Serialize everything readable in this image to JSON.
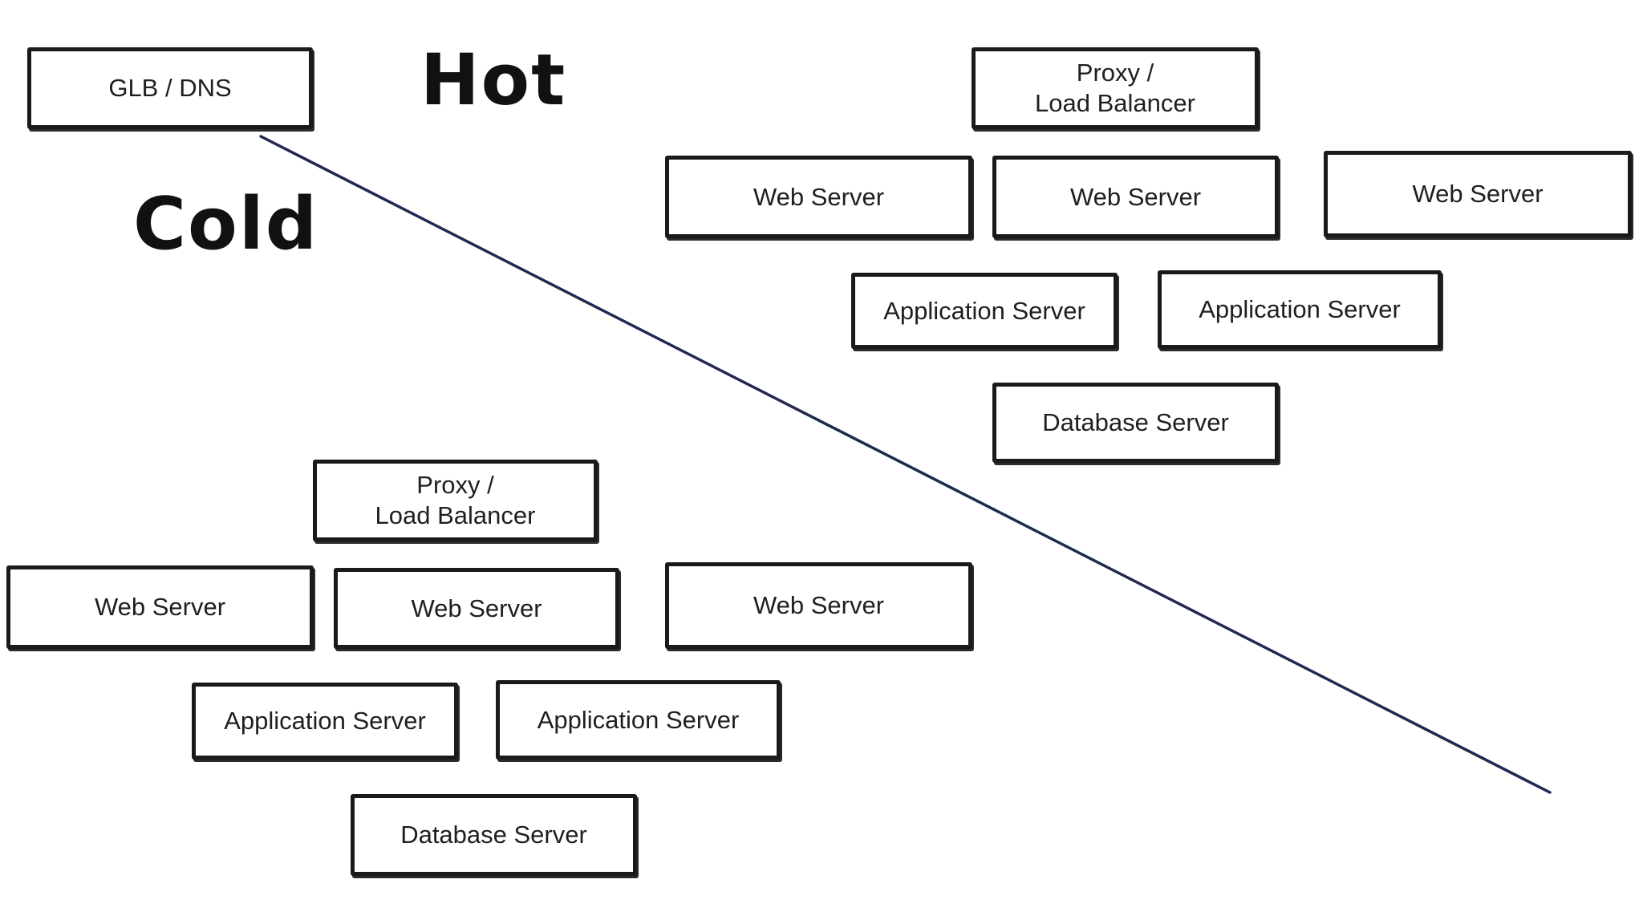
{
  "zones": {
    "hot": "Hot",
    "cold": "Cold"
  },
  "glb": {
    "label": "GLB / DNS"
  },
  "hot_cluster": {
    "proxy": {
      "line1": "Proxy /",
      "line2": "Load Balancer"
    },
    "web_servers": [
      "Web Server",
      "Web Server",
      "Web Server"
    ],
    "app_servers": [
      "Application Server",
      "Application Server"
    ],
    "database": "Database Server"
  },
  "cold_cluster": {
    "proxy": {
      "line1": "Proxy /",
      "line2": "Load Balancer"
    },
    "web_servers": [
      "Web Server",
      "Web Server",
      "Web Server"
    ],
    "app_servers": [
      "Application Server",
      "Application Server"
    ],
    "database": "Database Server"
  },
  "colors": {
    "divider": "#1f2a52",
    "box_border": "#1a1a1a"
  }
}
